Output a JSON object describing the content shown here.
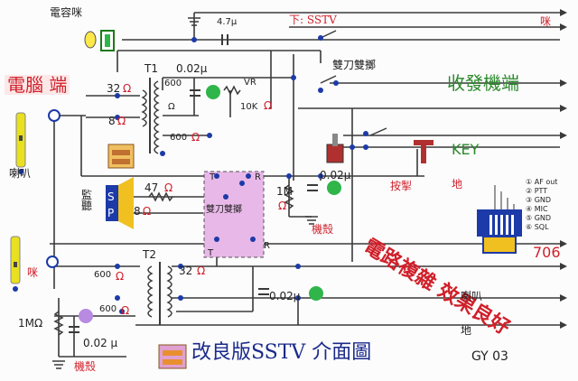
{
  "labels": {
    "condenser_mic": "電容咪",
    "cap_top": "4.7µ",
    "switch_top": "下: SSTV",
    "mic_right_top": "咪",
    "pc_side": "電腦 端",
    "transceiver_side": "收發機端",
    "t1": "T1",
    "cap_002": "0.02µ",
    "vr": "VR",
    "vr_value": "10K",
    "ohm": "Ω",
    "r32": "32",
    "r8": "8",
    "r600_a": "600",
    "r600_b": "600",
    "dpdt_top": "雙刀雙擲",
    "key": "KEY",
    "speaker_tag": "喇叭",
    "monitor": "監聽",
    "r47": "47",
    "sp_s": "S",
    "sp_p": "P",
    "t_left": "T",
    "r_left": "R",
    "dpdt_mid": "雙刀雙擲",
    "r1m": "1M",
    "cap_002_mid": "0.02µ",
    "chassis_mid": "機殼",
    "press": "按掣",
    "ground": "地",
    "complex": "電路複雜 效果良好",
    "pin_af": "① AF out",
    "pin_ptt": "② PTT",
    "pin_gnd": "③ GND",
    "pin_mic": "④ MIC",
    "pin_gnd2": "⑤ GND",
    "pin_sql": "⑥ SQL",
    "code706": "706",
    "mic_left": "咪",
    "t2": "T2",
    "r600_c": "600",
    "r32_b": "32",
    "r600_d": "600",
    "cap_002_b": "0.02µ",
    "speaker_right": "喇叭",
    "r1m_left": "1MΩ",
    "cap_002_left": "0.02 µ",
    "chassis_left": "機殼",
    "title": "改良版SSTV 介面圖",
    "ground_bottom": "地",
    "code_gy": "GY 03"
  },
  "colors": {
    "wire": "#3a3a3a",
    "terminal": "#1c3aa8",
    "ohm": "#d0202a",
    "cap": "#2fb54a",
    "dpdt_box": "#e8b8e8",
    "title": "#1a2a8a",
    "complex_text": "#d0202a"
  }
}
